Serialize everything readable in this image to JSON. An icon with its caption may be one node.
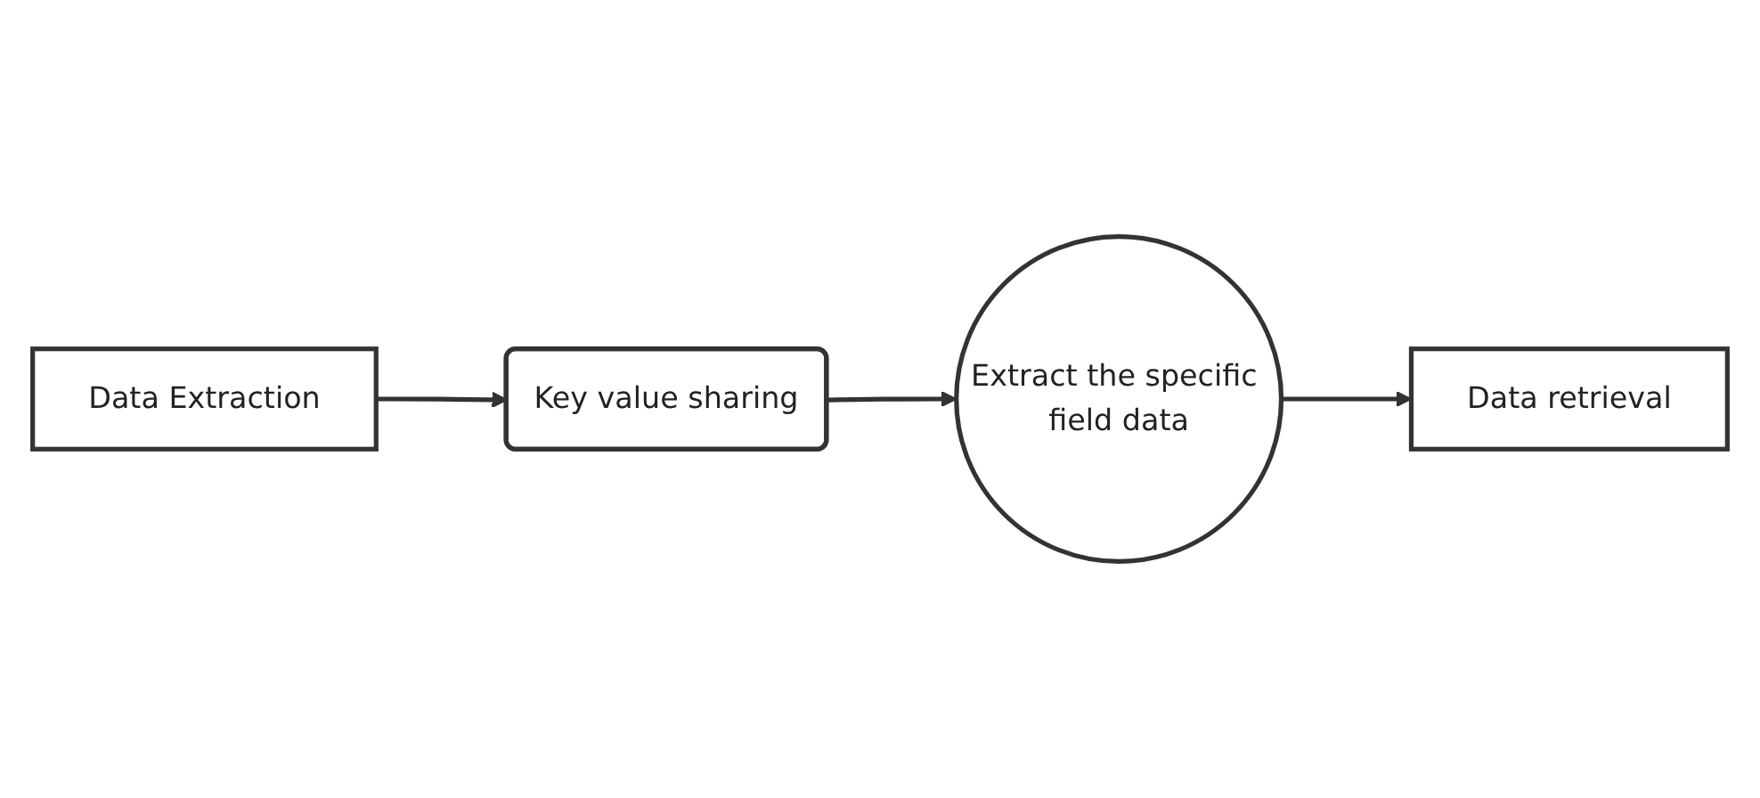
{
  "diagram": {
    "nodes": [
      {
        "text": [
          "Data Extraction"
        ]
      },
      {
        "text": [
          "Key value sharing"
        ]
      },
      {
        "text": [
          "Extract the specific field data"
        ]
      },
      {
        "text": [
          "Data retrieval"
        ]
      }
    ],
    "edges": [
      {
        "from": 0,
        "to": 1,
        "arrow": "to"
      },
      {
        "from": 1,
        "to": 2,
        "arrow": "to"
      },
      {
        "from": 2,
        "to": 3,
        "arrow": "to"
      }
    ]
  }
}
